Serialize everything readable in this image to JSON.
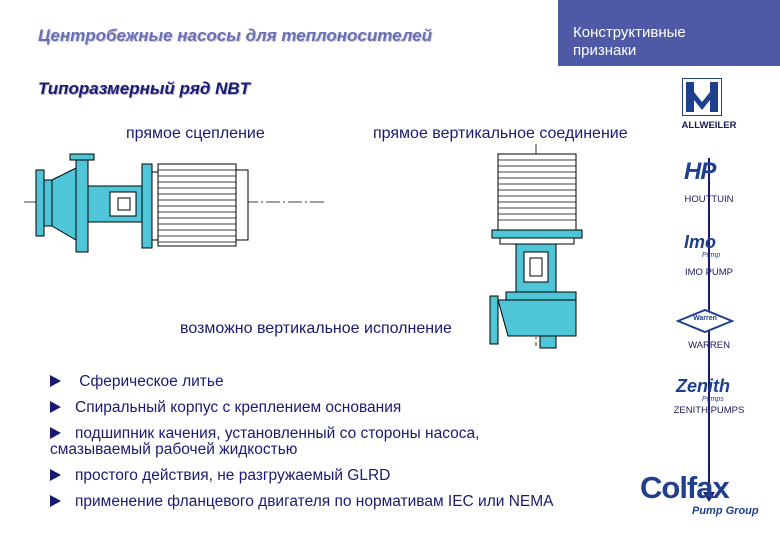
{
  "header": {
    "title": "Центробежные насосы для теплоносителей",
    "section_box": "Конструктивные\nпризнаки",
    "accent_color": "#4f5aa6"
  },
  "subtitle": "Типоразмерный ряд NBT",
  "labels": {
    "direct_coupling": "прямое сцепление",
    "vertical_connection": "прямое вертикальное соединение",
    "vertical_option": "возможно вертикальное исполнение"
  },
  "bullets": [
    " Сферическое литье",
    "Спиральный корпус с креплением основания",
    "подшипник качения, установленный со стороны насоса, смазываемый рабочей жидкостью",
    "простого действия, не разгружаемый GLRD",
    "применение фланцевого двигателя по нормативам IEC или NEMA"
  ],
  "brands": [
    "ALLWEILER",
    "HOUTTUIN",
    "IMO PUMP",
    "WARREN",
    "ZENITH PUMPS"
  ],
  "brand_logos": {
    "hp": "HP",
    "imo": "Imo",
    "imo_sub": "Pump",
    "warren": "Warren",
    "zenith": "Zenith",
    "zenith_sub": "Pumps",
    "colfax": "Colfax",
    "colfax_sub": "Pump Group"
  },
  "colors": {
    "pump_fill": "#4fc6d8",
    "motor_fill": "#ffffff",
    "outline": "#000000",
    "text_dark": "#1a1a70",
    "brand_blue": "#1f3f8f"
  }
}
